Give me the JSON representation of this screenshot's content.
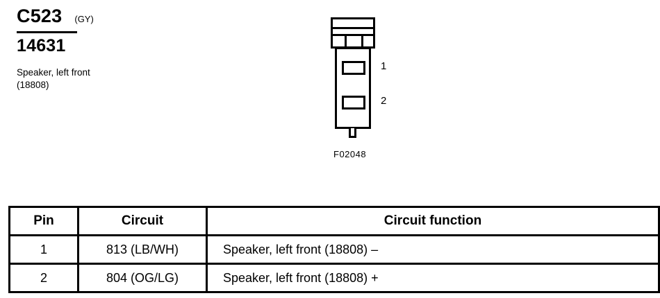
{
  "header": {
    "connector_id": "C523",
    "connector_color": "(GY)",
    "part_number": "14631",
    "description_line1": "Speaker, left front",
    "description_line2": "(18808)"
  },
  "figure": {
    "caption": "F02048",
    "pin_callouts": [
      "1",
      "2"
    ]
  },
  "table": {
    "columns": [
      "Pin",
      "Circuit",
      "Circuit function"
    ],
    "rows": [
      {
        "pin": "1",
        "circuit": "813 (LB/WH)",
        "function": "Speaker, left front (18808) –"
      },
      {
        "pin": "2",
        "circuit": "804 (OG/LG)",
        "function": "Speaker, left front (18808) +"
      }
    ]
  },
  "colors": {
    "line": "#000000",
    "background": "#ffffff"
  }
}
